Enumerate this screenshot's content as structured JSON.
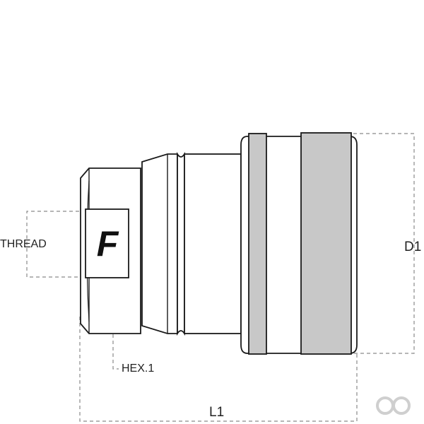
{
  "labels": {
    "thread": "THREAD",
    "d1": "D1",
    "hex": "HEX.1",
    "l1": "L1"
  },
  "logo": {
    "letter": "F"
  },
  "colors": {
    "outline": "#1a1a1a",
    "band_fill": "#c8c8c8",
    "dimension_line": "#8a8a8a",
    "watermark": "#cfcfcf"
  }
}
